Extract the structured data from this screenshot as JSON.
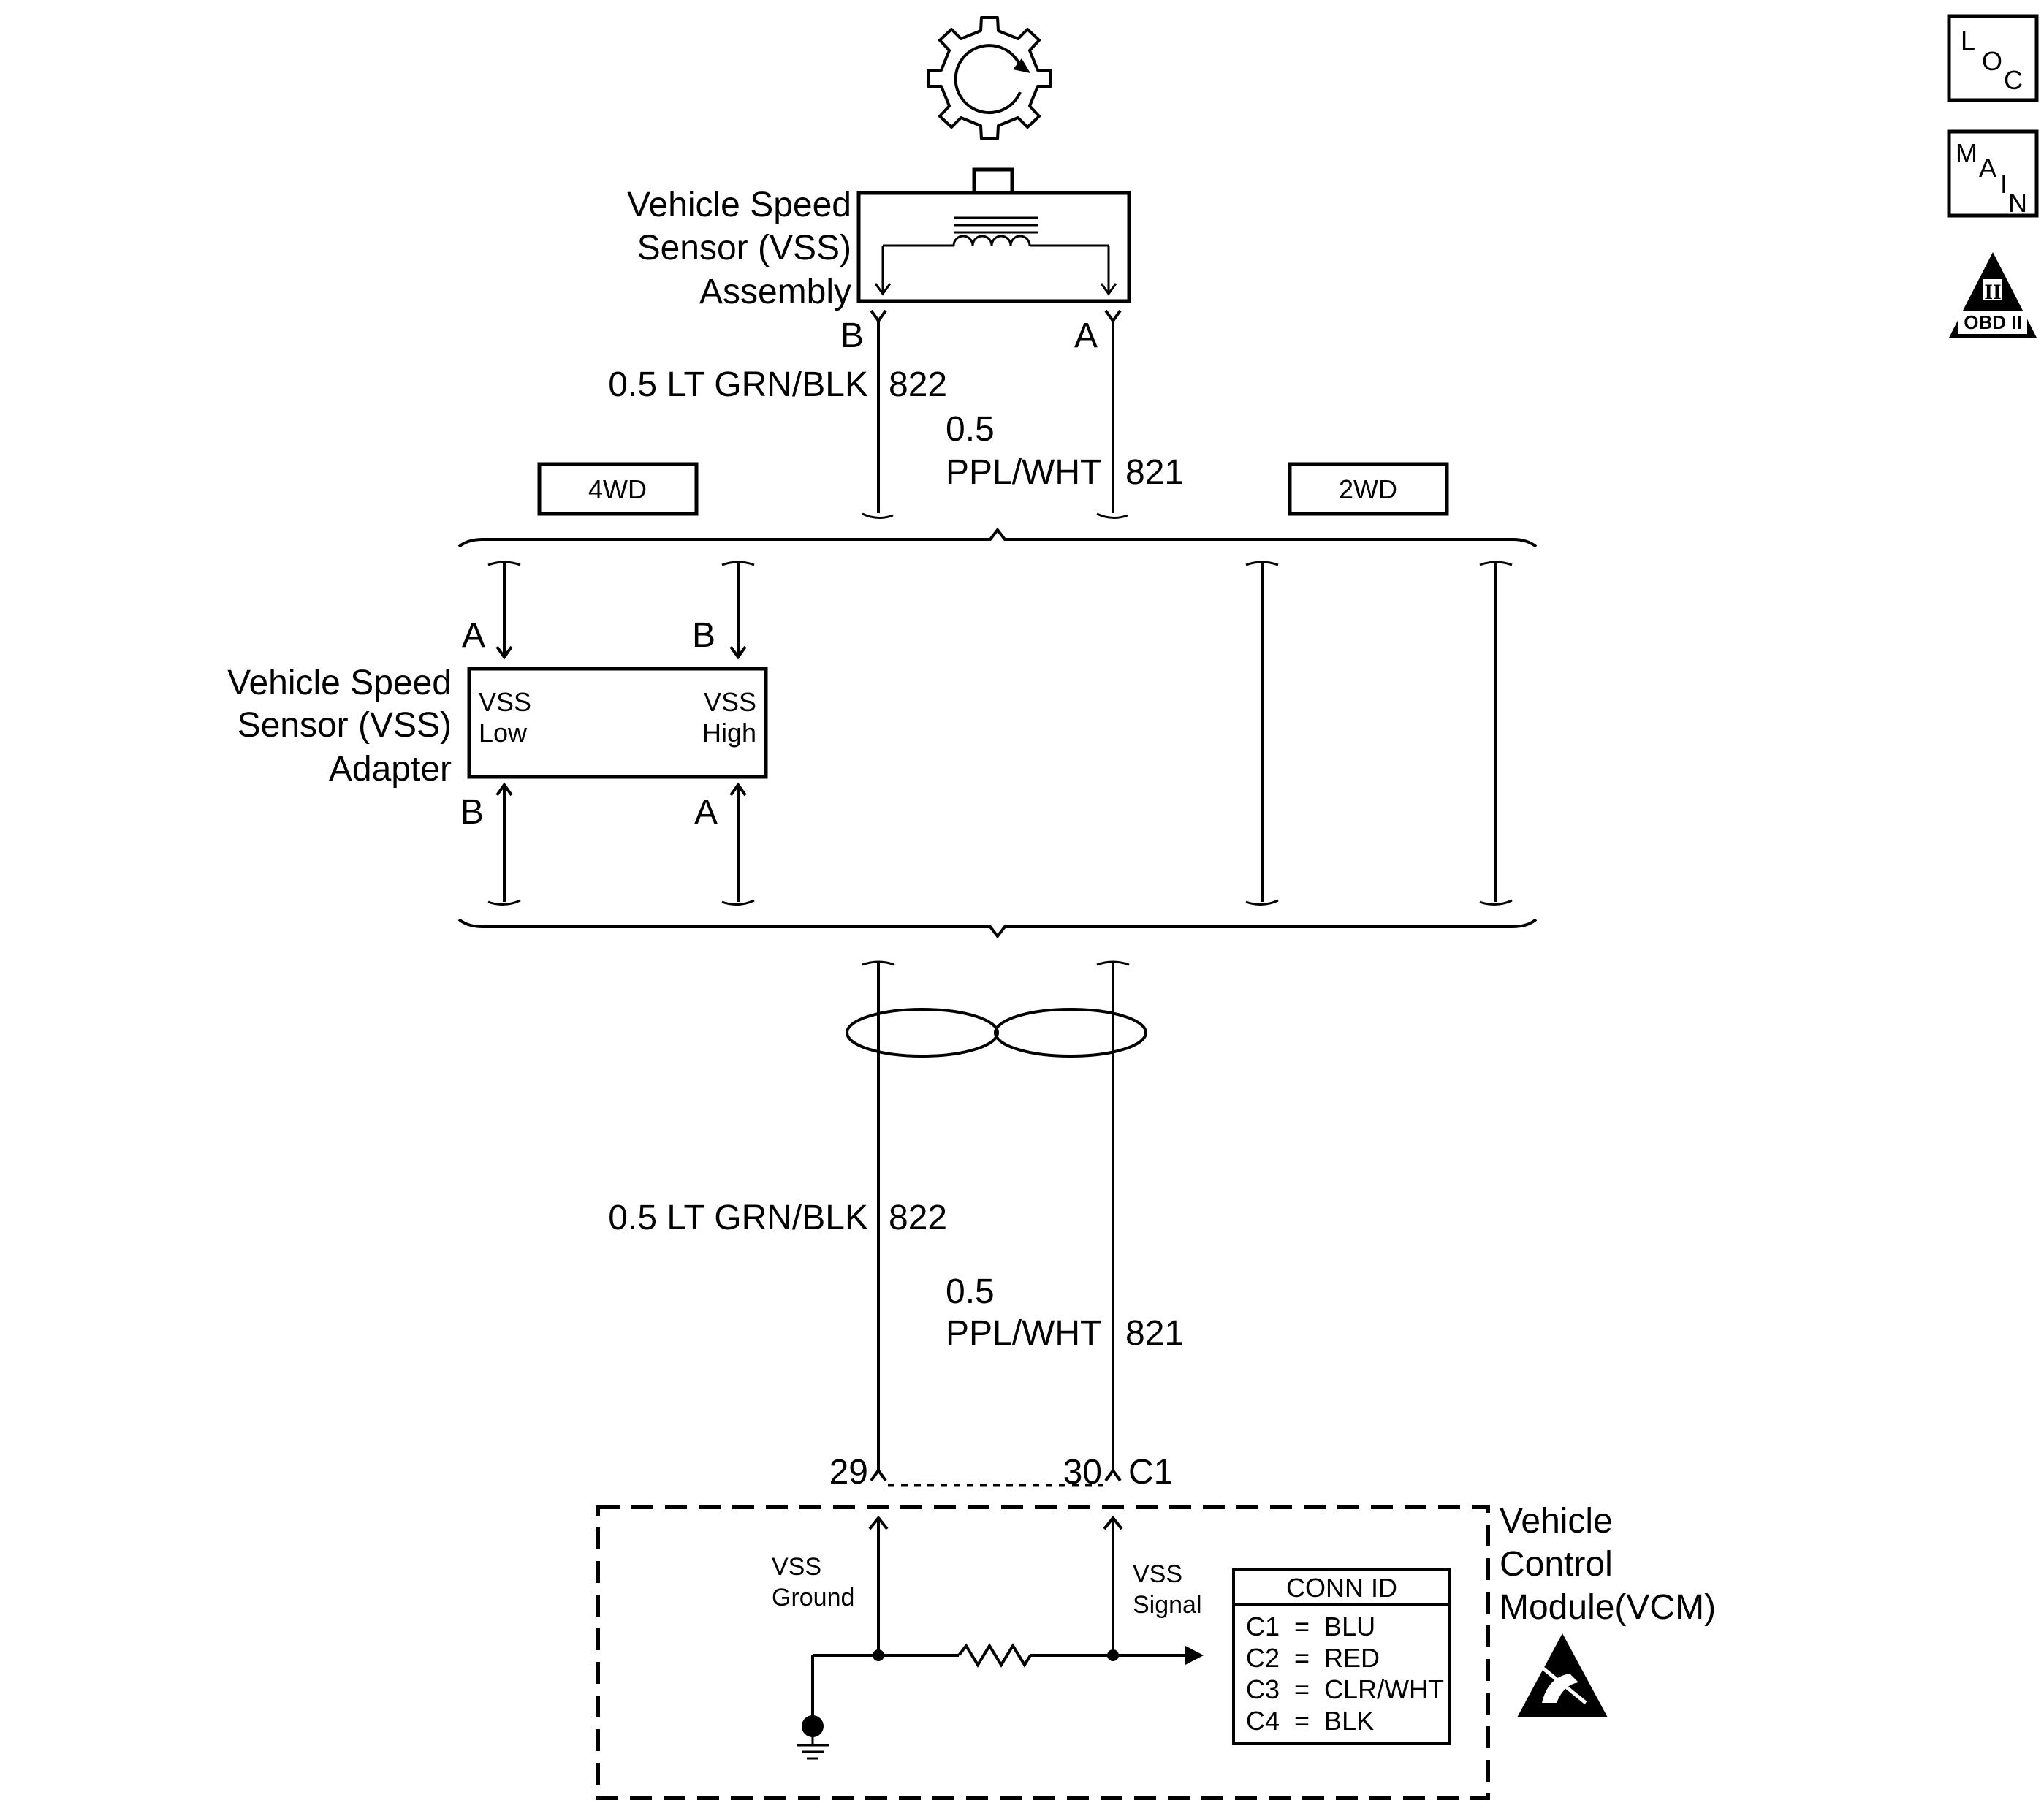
{
  "nav_icons": {
    "loc": {
      "letters": [
        "L",
        "O",
        "C"
      ]
    },
    "main": {
      "letters": [
        "M",
        "A",
        "I",
        "N"
      ]
    },
    "obd": {
      "numeral": "II",
      "label": "OBD II"
    }
  },
  "sensor_assembly": {
    "label_lines": [
      "Vehicle Speed",
      "Sensor (VSS)",
      "Assembly"
    ],
    "pin_b": "B",
    "pin_a": "A"
  },
  "wire_822": {
    "gauge_color": "0.5 LT GRN/BLK",
    "circuit": "822"
  },
  "wire_821": {
    "gauge": "0.5",
    "color": "PPL/WHT",
    "circuit": "821"
  },
  "option_tags": {
    "left": "4WD",
    "right": "2WD"
  },
  "adapter": {
    "label_lines": [
      "Vehicle Speed",
      "Sensor (VSS)",
      "Adapter"
    ],
    "in_pin_left": "A",
    "in_pin_right": "B",
    "out_pin_left": "B",
    "out_pin_right": "A",
    "low_lines": [
      "VSS",
      "Low"
    ],
    "high_lines": [
      "VSS",
      "High"
    ]
  },
  "vcm_connector": {
    "pin_ground": "29",
    "pin_signal": "30",
    "connector": "C1"
  },
  "vcm": {
    "label_lines": [
      "Vehicle",
      "Control",
      "Module(VCM)"
    ],
    "ground_lines": [
      "VSS",
      "Ground"
    ],
    "signal_lines": [
      "VSS",
      "Signal"
    ]
  },
  "conn_id_table": {
    "header": "CONN ID",
    "rows": [
      "C1  =  BLU",
      "C2  =  RED",
      "C3  =  CLR/WHT",
      "C4  =  BLK"
    ]
  }
}
